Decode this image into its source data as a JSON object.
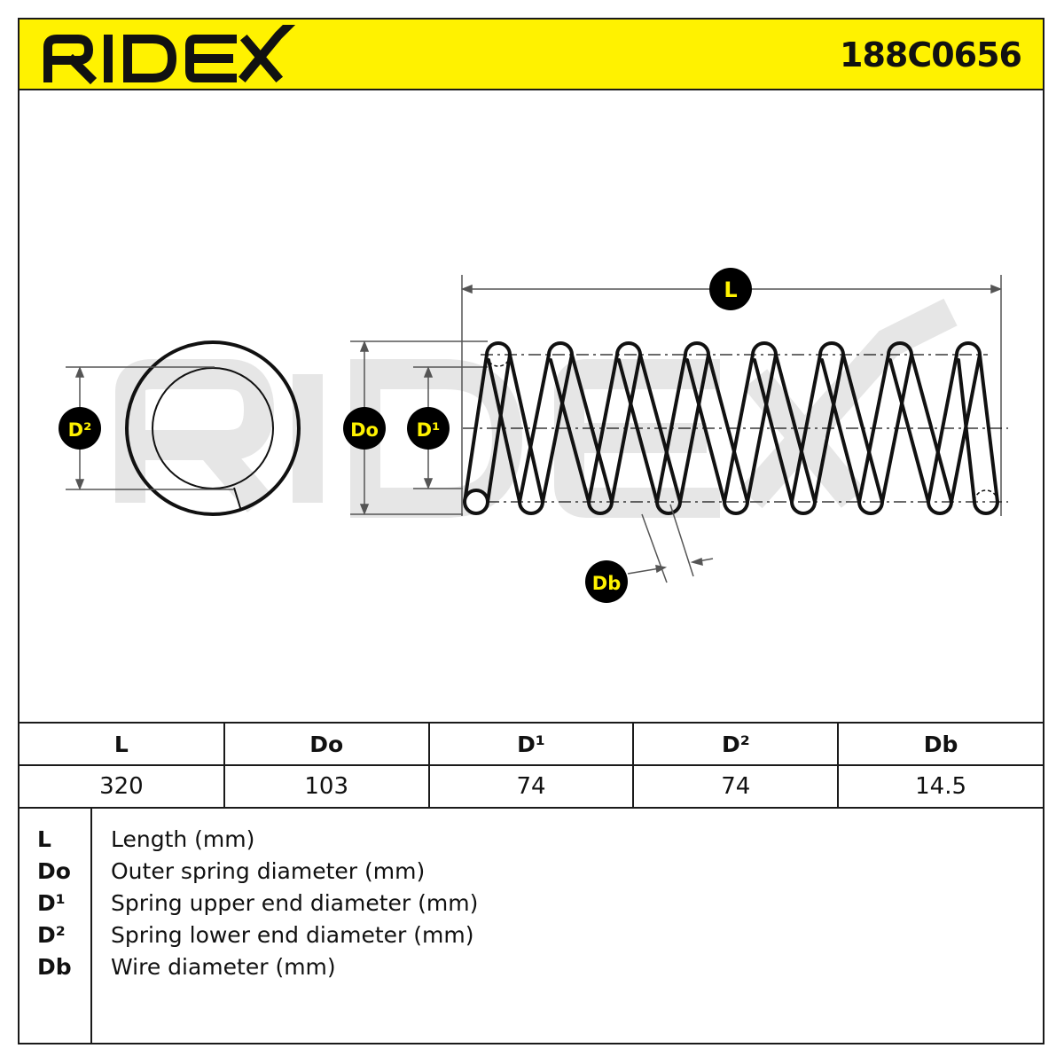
{
  "header": {
    "brand": "RIDEX",
    "part_number": "188C0656",
    "background_color": "#fff200"
  },
  "diagram": {
    "watermark": "RIDEX",
    "labels": {
      "length": "L",
      "outer_diameter": "Do",
      "upper_diameter": "D¹",
      "lower_diameter": "D²",
      "wire_diameter": "Db"
    },
    "label_colors": {
      "badge_fill": "#000000",
      "badge_text": "#fff200"
    }
  },
  "dimensions": {
    "headers": [
      "L",
      "Do",
      "D¹",
      "D²",
      "Db"
    ],
    "values": [
      "320",
      "103",
      "74",
      "74",
      "14.5"
    ]
  },
  "legend": [
    {
      "key": "L",
      "description": "Length (mm)"
    },
    {
      "key": "Do",
      "description": "Outer spring diameter (mm)"
    },
    {
      "key": "D¹",
      "description": "Spring upper end diameter (mm)"
    },
    {
      "key": "D²",
      "description": "Spring lower end diameter (mm)"
    },
    {
      "key": "Db",
      "description": "Wire diameter (mm)"
    }
  ]
}
